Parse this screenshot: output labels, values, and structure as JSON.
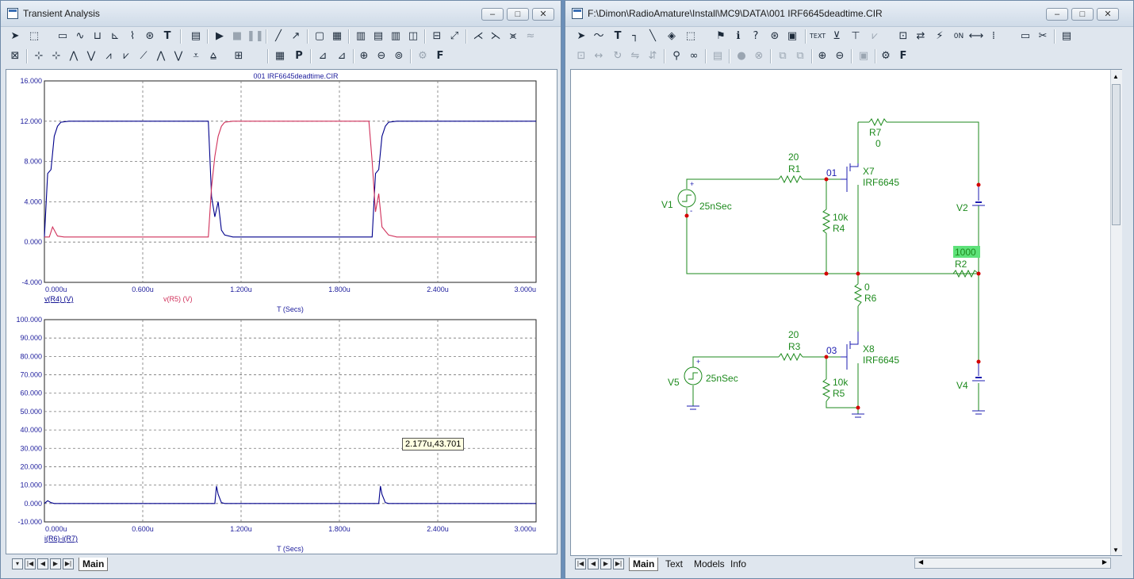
{
  "left_window": {
    "title": "Transient Analysis",
    "chart_title": "001 IRF6645deadtime.CIR",
    "tabs": [
      "Main"
    ],
    "tooltip": "2.177u,43.701"
  },
  "right_window": {
    "title": "F:\\Dimon\\RadioAmature\\Install\\MC9\\DATA\\001 IRF6645deadtime.CIR",
    "tabs": [
      "Main",
      "Text",
      "Models",
      "Info"
    ]
  },
  "window_buttons": {
    "minimize": "–",
    "maximize": "□",
    "close": "✕"
  },
  "schematic": {
    "r7_name": "R7",
    "r7_value": "0",
    "r1_value": "20",
    "r1_name": "R1",
    "node_01": "01",
    "x7_name": "X7",
    "x7_model": "IRF6645",
    "v1_name": "V1",
    "v1_value": "25nSec",
    "r4_value": "10k",
    "r4_name": "R4",
    "v2_name": "V2",
    "r2_value": "1000",
    "r2_name": "R2",
    "r6_value": "0",
    "r6_name": "R6",
    "r3_value": "20",
    "r3_name": "R3",
    "node_03": "03",
    "x8_name": "X8",
    "x8_model": "IRF6645",
    "v5_name": "V5",
    "v5_value": "25nSec",
    "r5_value": "10k",
    "r5_name": "R5",
    "v4_name": "V4"
  },
  "chart_data": [
    {
      "type": "line",
      "title": "001 IRF6645deadtime.CIR",
      "xlabel": "T (Secs)",
      "x_ticks": [
        "0.000u",
        "0.600u",
        "1.200u",
        "1.800u",
        "2.400u",
        "3.000u"
      ],
      "y_ticks": [
        "16.000",
        "12.000",
        "8.000",
        "4.000",
        "0.000",
        "-4.000"
      ],
      "xlim": [
        0,
        3.0
      ],
      "ylim": [
        -4,
        16
      ],
      "grid": true,
      "colors": {
        "v(R4)": "#00008b",
        "v(R5)": "#d0305a"
      },
      "series": [
        {
          "name": "v(R4) (V)",
          "x": [
            0,
            0.02,
            0.04,
            0.06,
            0.08,
            0.1,
            0.15,
            0.25,
            0.5,
            1.0,
            1.02,
            1.04,
            1.06,
            1.08,
            1.1,
            1.15,
            1.25,
            1.5,
            2.0,
            2.02,
            2.04,
            2.06,
            2.08,
            2.1,
            2.15,
            2.25,
            2.5,
            3.0
          ],
          "y": [
            0.5,
            6.8,
            7.2,
            10.5,
            11.5,
            11.9,
            12.0,
            12.0,
            12.0,
            12.0,
            4.5,
            2.5,
            4.0,
            1.2,
            0.7,
            0.5,
            0.5,
            0.5,
            0.5,
            6.8,
            7.2,
            10.5,
            11.5,
            11.9,
            12.0,
            12.0,
            12.0,
            12.0
          ]
        },
        {
          "name": "v(R5) (V)",
          "x": [
            0,
            0.03,
            0.05,
            0.08,
            0.12,
            0.2,
            0.5,
            1.0,
            1.02,
            1.04,
            1.06,
            1.08,
            1.1,
            1.15,
            1.25,
            1.5,
            1.98,
            2.0,
            2.02,
            2.04,
            2.06,
            2.1,
            2.15,
            2.25,
            2.5,
            3.0
          ],
          "y": [
            0.5,
            0.5,
            1.5,
            0.6,
            0.5,
            0.5,
            0.5,
            0.5,
            5.5,
            8.5,
            10.5,
            11.5,
            11.9,
            12.0,
            12.0,
            12.0,
            12.0,
            8.0,
            3.0,
            4.8,
            1.5,
            0.7,
            0.5,
            0.5,
            0.5,
            0.5
          ]
        }
      ]
    },
    {
      "type": "line",
      "xlabel": "T (Secs)",
      "x_ticks": [
        "0.000u",
        "0.600u",
        "1.200u",
        "1.800u",
        "2.400u",
        "3.000u"
      ],
      "y_ticks": [
        "100.000",
        "90.000",
        "80.000",
        "70.000",
        "60.000",
        "50.000",
        "40.000",
        "30.000",
        "20.000",
        "10.000",
        "0.000",
        "-10.000"
      ],
      "xlim": [
        0,
        3.0
      ],
      "ylim": [
        -10,
        100
      ],
      "grid": true,
      "colors": {
        "i": "#00008b"
      },
      "series": [
        {
          "name": "i(R6)-i(R7)",
          "x": [
            0,
            0.02,
            0.04,
            0.06,
            1.0,
            1.04,
            1.05,
            1.06,
            1.08,
            1.1,
            2.0,
            2.04,
            2.05,
            2.06,
            2.08,
            2.1,
            3.0
          ],
          "y": [
            0,
            1.5,
            0.5,
            0,
            0,
            0,
            9.5,
            5,
            0.5,
            0,
            0,
            0,
            9.5,
            5,
            0.5,
            0,
            0
          ]
        }
      ]
    }
  ]
}
